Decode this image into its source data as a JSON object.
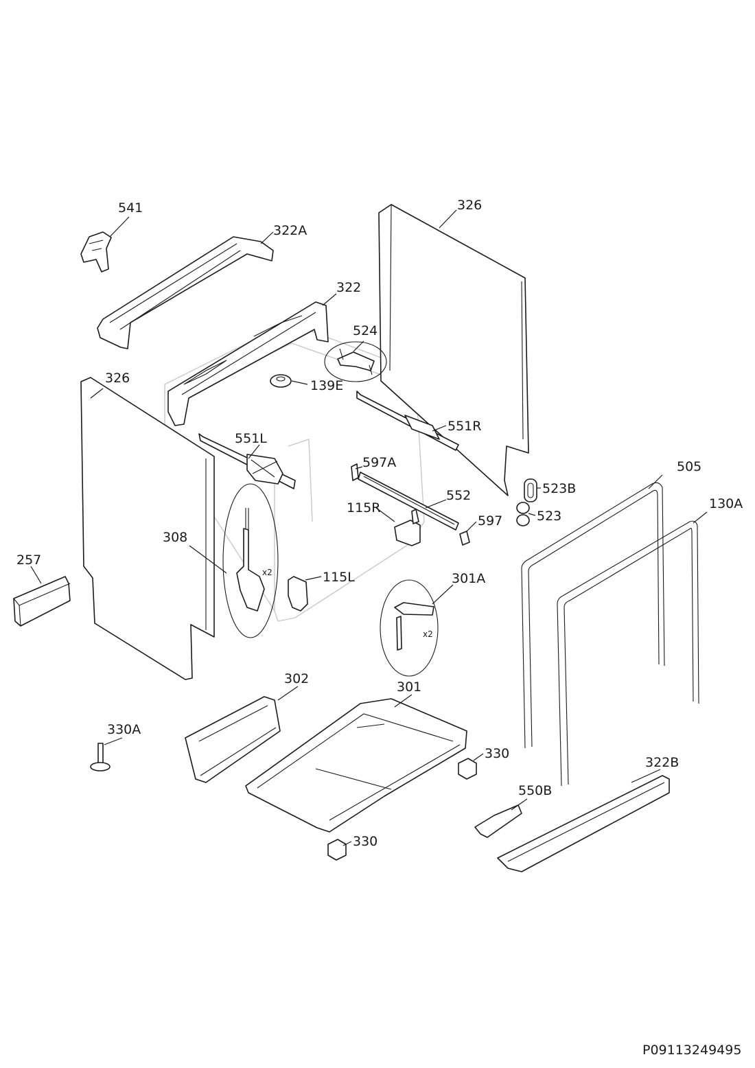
{
  "document_number": "P09113249495",
  "quantity_note": "x2",
  "callouts": [
    {
      "id": "541",
      "label": "541"
    },
    {
      "id": "322A",
      "label": "322A"
    },
    {
      "id": "326-right",
      "label": "326"
    },
    {
      "id": "322",
      "label": "322"
    },
    {
      "id": "524",
      "label": "524"
    },
    {
      "id": "326-left",
      "label": "326"
    },
    {
      "id": "139E",
      "label": "139E"
    },
    {
      "id": "551R",
      "label": "551R"
    },
    {
      "id": "551L",
      "label": "551L"
    },
    {
      "id": "597A",
      "label": "597A"
    },
    {
      "id": "505",
      "label": "505"
    },
    {
      "id": "523B",
      "label": "523B"
    },
    {
      "id": "552",
      "label": "552"
    },
    {
      "id": "130A",
      "label": "130A"
    },
    {
      "id": "115R",
      "label": "115R"
    },
    {
      "id": "523",
      "label": "523"
    },
    {
      "id": "597",
      "label": "597"
    },
    {
      "id": "308",
      "label": "308"
    },
    {
      "id": "257",
      "label": "257"
    },
    {
      "id": "115L",
      "label": "115L"
    },
    {
      "id": "301A",
      "label": "301A"
    },
    {
      "id": "302",
      "label": "302"
    },
    {
      "id": "301",
      "label": "301"
    },
    {
      "id": "330A",
      "label": "330A"
    },
    {
      "id": "330-right",
      "label": "330"
    },
    {
      "id": "322B",
      "label": "322B"
    },
    {
      "id": "550B",
      "label": "550B"
    },
    {
      "id": "330-bottom",
      "label": "330"
    }
  ]
}
